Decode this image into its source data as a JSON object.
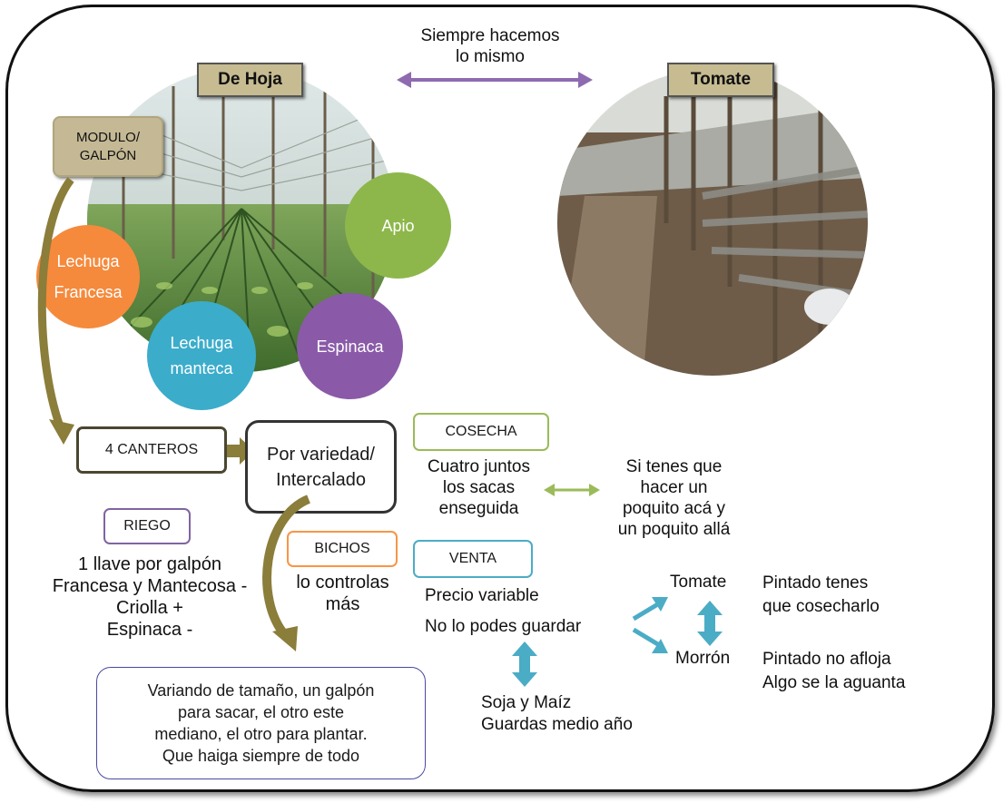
{
  "top_caption": {
    "line1": "Siempre hacemos",
    "line2": "lo mismo"
  },
  "left_photo": {
    "label": "De Hoja"
  },
  "right_photo": {
    "label": "Tomate"
  },
  "modulo": {
    "line1": "MODULO/",
    "line2": "GALPÓN"
  },
  "crops": [
    {
      "line1": "Lechuga",
      "line2": "Francesa",
      "color": "#f58a3c"
    },
    {
      "line1": "Lechuga",
      "line2": "manteca",
      "color": "#3caccb"
    },
    {
      "line1": "Espinaca",
      "line2": "",
      "color": "#8a5aa8"
    },
    {
      "line1": "Apio",
      "line2": "",
      "color": "#8db74b"
    }
  ],
  "canteros": "4 CANTEROS",
  "variedad": {
    "line1": "Por variedad/",
    "line2": "Intercalado"
  },
  "riego": {
    "label": "RIEGO",
    "lines": [
      "1 llave por galpón",
      "Francesa y Mantecosa -",
      "Criolla +",
      "Espinaca -"
    ]
  },
  "bichos": {
    "label": "BICHOS",
    "lines": [
      "lo controlas",
      "más"
    ]
  },
  "cosecha": {
    "label": "COSECHA",
    "lines": [
      "Cuatro juntos",
      "los sacas",
      "enseguida"
    ]
  },
  "poquito": {
    "lines": [
      "Si tenes que",
      "hacer un",
      "poquito acá y",
      "un poquito allá"
    ]
  },
  "venta": {
    "label": "VENTA",
    "lines": [
      "Precio variable",
      "No lo podes guardar"
    ]
  },
  "tomate": {
    "label": "Tomate",
    "note": [
      "Pintado tenes",
      "que cosecharlo"
    ]
  },
  "morron": {
    "label": "Morrón",
    "note": [
      "Pintado no afloja",
      "Algo se la aguanta"
    ]
  },
  "soja": {
    "lines": [
      "Soja y Maíz",
      "Guardas medio año"
    ]
  },
  "bottom_box": {
    "lines": [
      "Variando de tamaño, un galpón",
      "para sacar, el otro este",
      "mediano, el otro para plantar.",
      "Que haiga siempre de todo"
    ]
  },
  "colors": {
    "purple_arrow": "#8e6bb0",
    "green_arrow": "#9bbb59",
    "teal_arrow": "#4bacc6",
    "brown_arrow": "#8b7d3a",
    "box_dark": "#4a4630",
    "box_green": "#9bbb59",
    "box_purple": "#8064a2",
    "box_orange": "#f79646",
    "box_teal": "#4bacc6"
  }
}
